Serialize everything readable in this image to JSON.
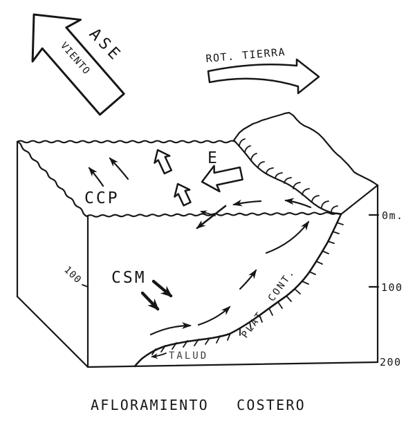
{
  "figure": {
    "title": "AFLORAMIENTO COSTERO",
    "labels": {
      "viento": "VIENTO",
      "ase": "ASE",
      "rot_tierra": "ROT. TIERRA",
      "ccp": "CCP",
      "ekman": "E",
      "csm": "CSM",
      "plat_cont": "PLAT. CONT.",
      "talud": "TALUD"
    },
    "depth_scale": {
      "surface": "0m.",
      "mid": "100",
      "bottom": "200",
      "left_mid": "100"
    },
    "colors": {
      "ink": "#161616",
      "paper": "#ffffff"
    }
  }
}
